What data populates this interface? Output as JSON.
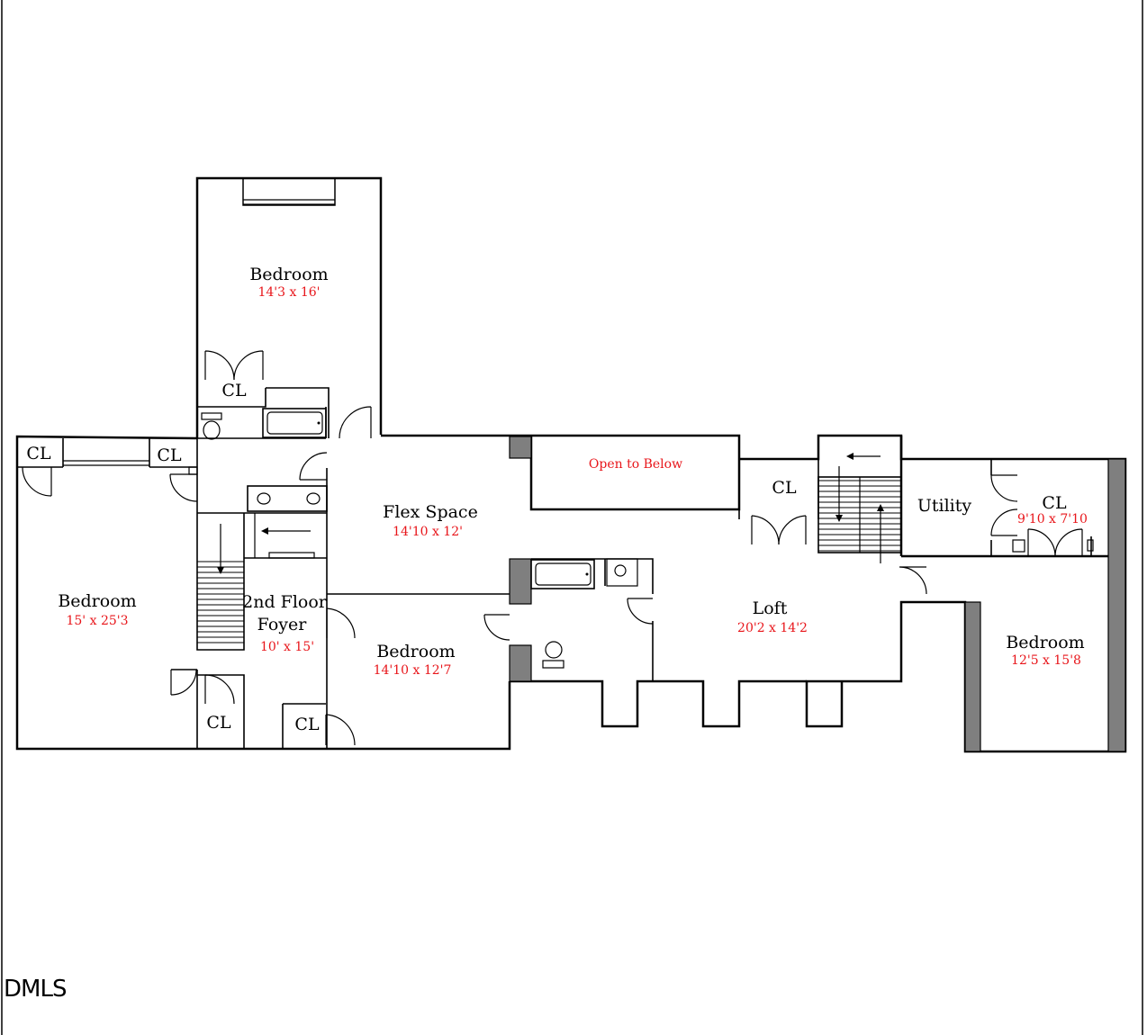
{
  "watermark": "DMLS",
  "rooms": {
    "bedroom_top": {
      "name": "Bedroom",
      "dim": "14'3 x 16'"
    },
    "bedroom_left": {
      "name": "Bedroom",
      "dim": "15' x 25'3"
    },
    "flex_space": {
      "name": "Flex Space",
      "dim": "14'10 x 12'"
    },
    "foyer": {
      "name_line1": "2nd Floor",
      "name_line2": "Foyer",
      "dim": "10' x 15'"
    },
    "bedroom_mid": {
      "name": "Bedroom",
      "dim": "14'10 x 12'7"
    },
    "open_below": {
      "name": "Open to Below"
    },
    "loft": {
      "name": "Loft",
      "dim": "20'2 x 14'2"
    },
    "utility": {
      "name": "Utility"
    },
    "cl_right": {
      "name": "CL",
      "dim": "9'10 x 7'10"
    },
    "bedroom_right": {
      "name": "Bedroom",
      "dim": "12'5 x 15'8"
    }
  },
  "closets": {
    "cl_top": "CL",
    "cl_far_left": "CL",
    "cl_left_inner": "CL",
    "cl_bottom_a": "CL",
    "cl_bottom_b": "CL",
    "cl_loft": "CL"
  }
}
